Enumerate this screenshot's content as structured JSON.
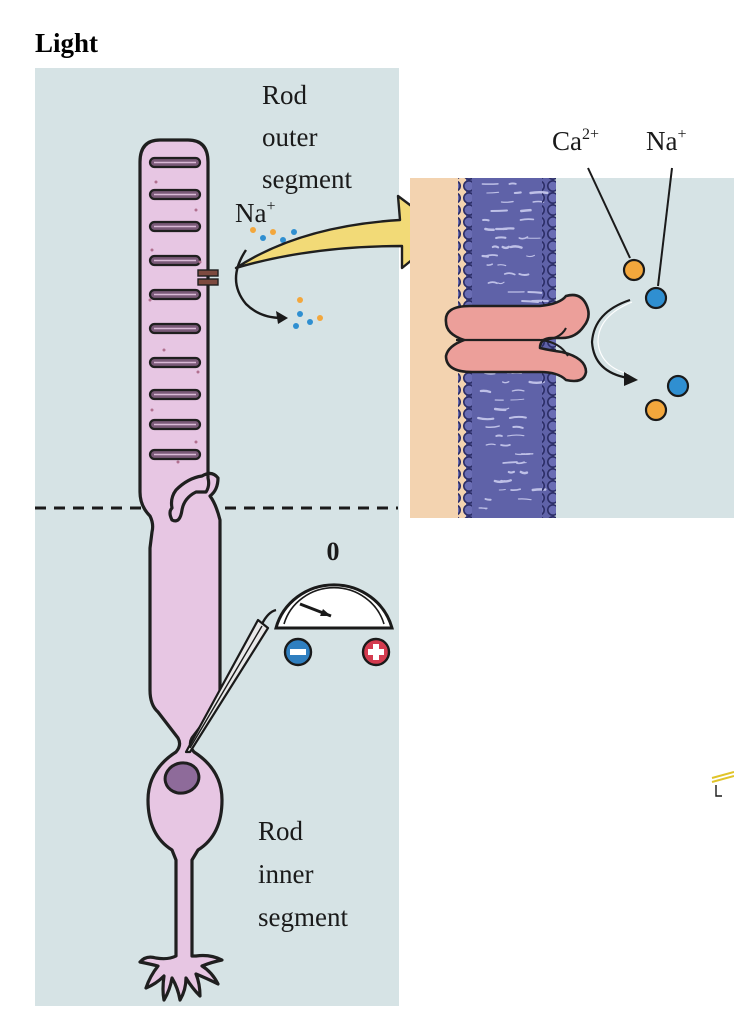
{
  "figure": {
    "title": "Light",
    "labels": {
      "outer_segment": [
        "Rod",
        "outer",
        "segment"
      ],
      "inner_segment": [
        "Rod",
        "inner",
        "segment"
      ],
      "na_cell": {
        "base": "Na",
        "charge": "+"
      },
      "ca_inset": {
        "base": "Ca",
        "charge": "2+"
      },
      "na_inset": {
        "base": "Na",
        "charge": "+"
      },
      "meter_reading": "0"
    },
    "colors": {
      "panel_bg": "#d6e3e5",
      "cell_fill": "#e7c6e3",
      "cell_stroke": "#1f1f1f",
      "disc_fill": "#7a5a78",
      "membrane_blue": "#5f62a8",
      "cytoplasm_tan": "#f3d3b0",
      "channel_pink": "#ec9f9a",
      "arrow_yellow": "#f2da77",
      "calcium_orange": "#f3a73c",
      "sodium_blue": "#2f8fd1",
      "meter_negative": "#2f7fc0",
      "meter_positive": "#d43b4f"
    },
    "icons": {
      "meter_negative": "minus-circle-icon",
      "meter_positive": "plus-circle-icon"
    }
  }
}
